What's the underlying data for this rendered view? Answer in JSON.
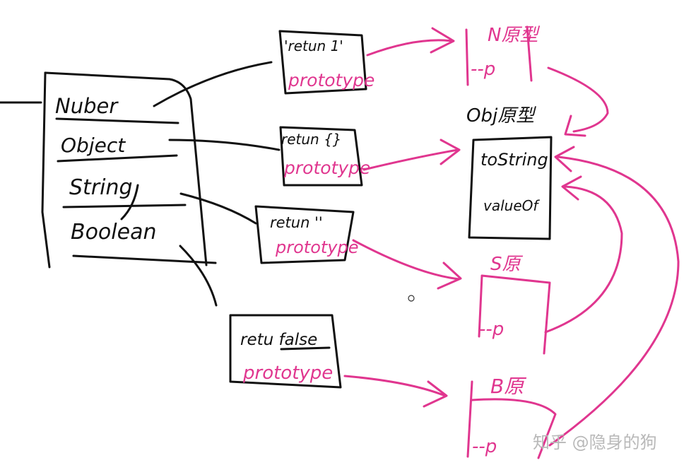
{
  "constructors": {
    "items": [
      "Nuber",
      "Object",
      "String",
      "Boolean"
    ]
  },
  "functions": [
    {
      "body": "'retun 1'",
      "prototype": "prototype"
    },
    {
      "body": "retun {}",
      "prototype": "prototype"
    },
    {
      "body": "retun ''",
      "prototype": "prototype"
    },
    {
      "body": "retu false",
      "prototype": "prototype"
    }
  ],
  "prototypes": {
    "number": {
      "label": "N原型",
      "proto_link": "--p"
    },
    "object": {
      "label": "Obj原型",
      "members": [
        "toString",
        "valueOf"
      ]
    },
    "string": {
      "label": "S原",
      "proto_link": "--p"
    },
    "boolean": {
      "label": "B原",
      "proto_link": "--p"
    }
  },
  "watermark": "知乎 @隐身的狗",
  "colors": {
    "ink": "#111111",
    "accent": "#e0368f",
    "watermark": "#b9b9b9"
  }
}
